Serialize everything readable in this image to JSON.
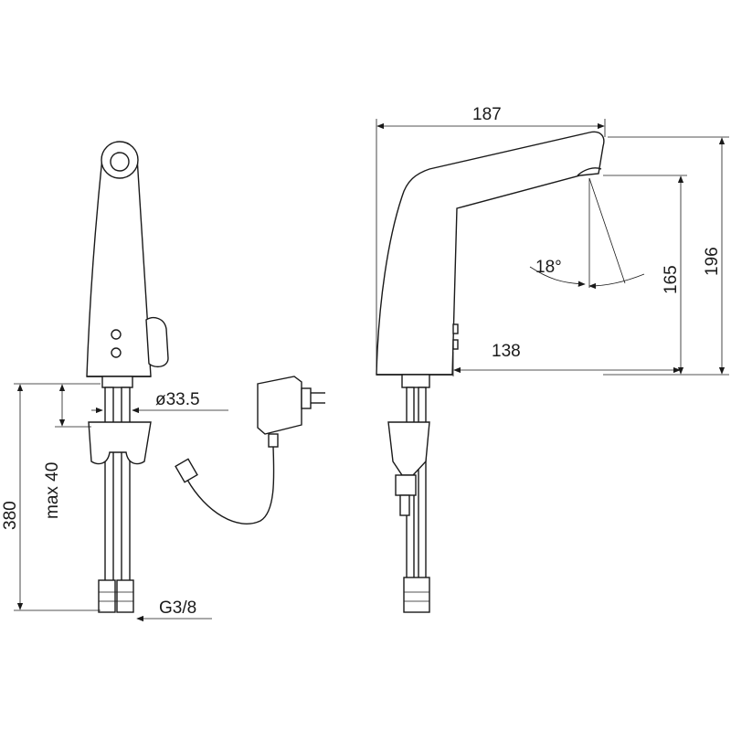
{
  "dimensions": {
    "width_total": "187",
    "height_total": "196",
    "spout_height": "165",
    "spout_reach": "138",
    "angle": "18°",
    "diameter": "ø33.5",
    "max_thickness": "max 40",
    "hose_length": "380",
    "thread": "G3/8"
  }
}
